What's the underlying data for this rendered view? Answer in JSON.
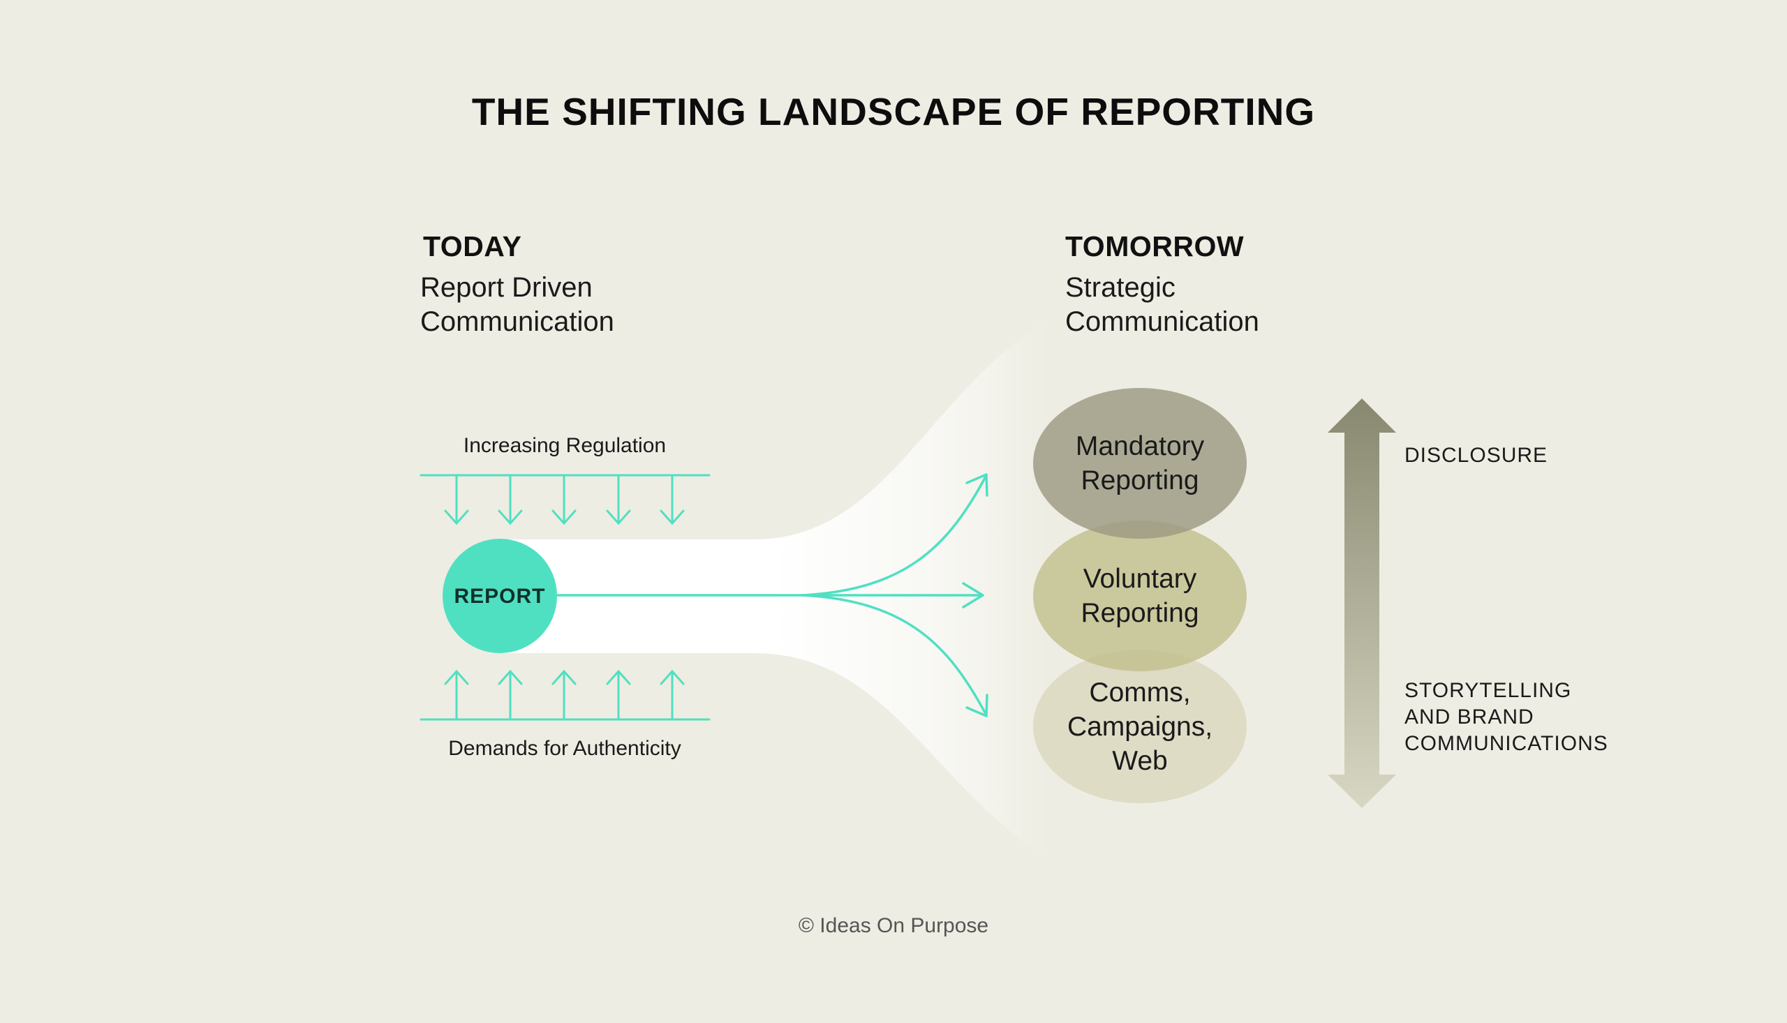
{
  "title": "THE SHIFTING LANDSCAPE OF REPORTING",
  "today": {
    "heading": "TODAY",
    "subtitle_line1": "Report Driven",
    "subtitle_line2": "Communication"
  },
  "tomorrow": {
    "heading": "TOMORROW",
    "subtitle_line1": "Strategic",
    "subtitle_line2": "Communication"
  },
  "pressures": {
    "top": "Increasing Regulation",
    "bottom": "Demands for Authenticity"
  },
  "report_node": "REPORT",
  "outcomes": [
    {
      "line1": "Mandatory",
      "line2": "Reporting",
      "line3": ""
    },
    {
      "line1": "Voluntary",
      "line2": "Reporting",
      "line3": ""
    },
    {
      "line1": "Comms,",
      "line2": "Campaigns,",
      "line3": "Web"
    }
  ],
  "scale": {
    "top_label": "DISCLOSURE",
    "bottom_line1": "STORYTELLING",
    "bottom_line2": "AND BRAND",
    "bottom_line3": "COMMUNICATIONS"
  },
  "footer": "© Ideas On Purpose",
  "colors": {
    "background": "#eeede3",
    "accent_teal": "#4fe0c2",
    "ellipse_1": "#a9a794",
    "ellipse_2": "#c6c497",
    "ellipse_3": "#dcdac2",
    "arrow_top": "#88876f",
    "arrow_bottom": "#d8d7c3"
  }
}
